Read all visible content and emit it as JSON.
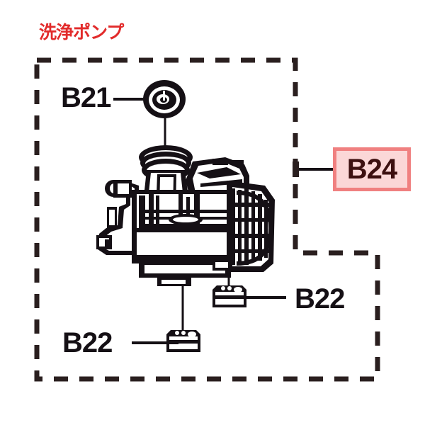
{
  "diagram": {
    "title": "洗浄ポンプ",
    "title_color": "#e22b2b",
    "background_color": "#ffffff",
    "line_color": "#151015",
    "type": "exploded-parts-diagram",
    "subject": "dishwasher wash pump assembly"
  },
  "callouts": {
    "b21": {
      "label": "B21",
      "part": "o-ring-seal",
      "style": "plain"
    },
    "b22_right": {
      "label": "B22",
      "part": "rubber-mount-foot",
      "style": "plain"
    },
    "b22_left": {
      "label": "B22",
      "part": "rubber-mount-foot",
      "style": "plain"
    },
    "b24": {
      "label": "B24",
      "part": "wash-pump-assembly",
      "style": "highlighted",
      "fill_color": "#fbd7d7",
      "border_color": "#f08080",
      "text_color": "#3d1010"
    }
  },
  "region": {
    "name": "assembly-boundary",
    "stroke_style": "dashed",
    "stroke_color": "#2a1f1f"
  }
}
